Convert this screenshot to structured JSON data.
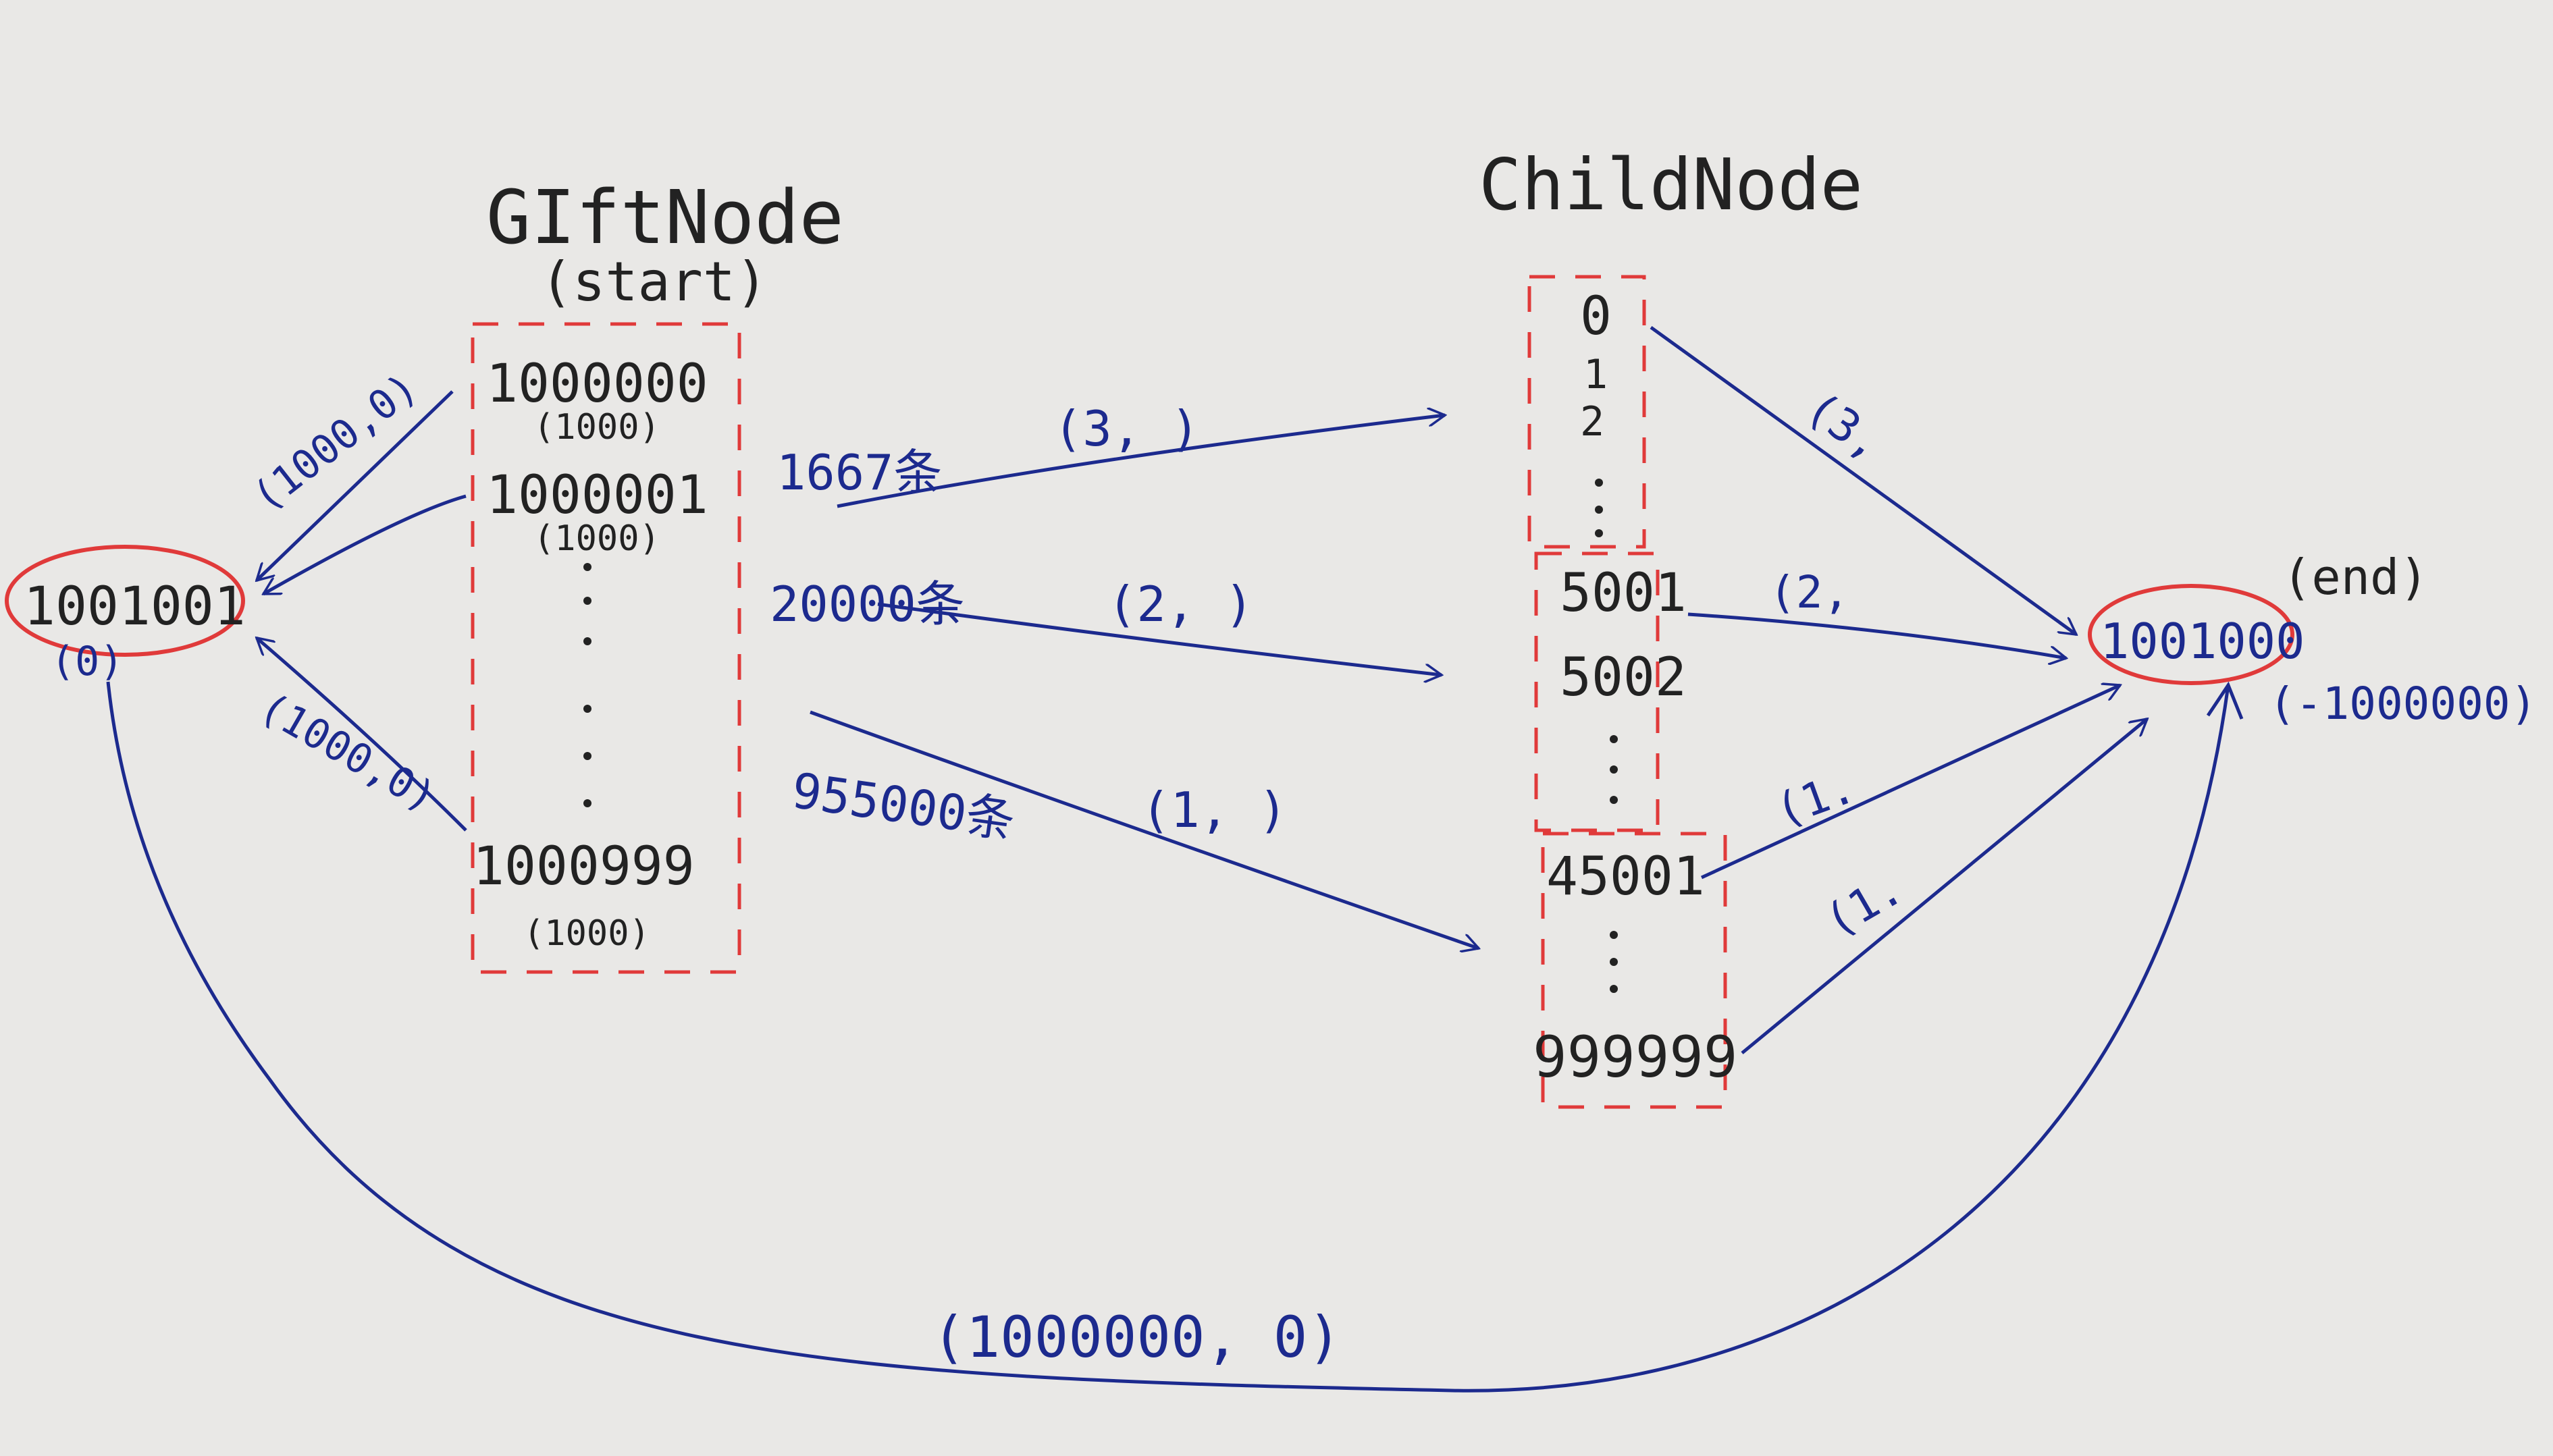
{
  "nodes": {
    "gift_title": "GIftNode",
    "gift_sub": "(start)",
    "gift_items": [
      {
        "value": "1000000",
        "cap": "(1000)"
      },
      {
        "value": "1000001",
        "cap": "(1000)"
      },
      {
        "value": "1000999",
        "cap": "(1000)"
      }
    ],
    "child_title": "ChildNode",
    "child_items": [
      "0",
      "1",
      "2",
      "5001",
      "5002",
      "45001",
      "999999"
    ],
    "source": {
      "value": "1001001",
      "label": "(0)"
    },
    "sink": {
      "value": "1001000",
      "label": "(end)",
      "demand": "(-1000000)"
    }
  },
  "edges": {
    "gift_to_source": [
      "(1000,0)",
      "(1000,0)"
    ],
    "groups": [
      {
        "count": "1667条",
        "label": "(3, )"
      },
      {
        "count": "20000条",
        "label": "(2, )"
      },
      {
        "count": "955000条",
        "label": "(1, )"
      }
    ],
    "child_to_sink": [
      "(3,",
      "(2,",
      "(1.",
      "(1."
    ],
    "return_edge": "(1000000, 0)"
  },
  "colors": {
    "ink": "#1c2a8e",
    "red": "#e03a3a",
    "black": "#222222",
    "paper": "#e9e8e6"
  }
}
